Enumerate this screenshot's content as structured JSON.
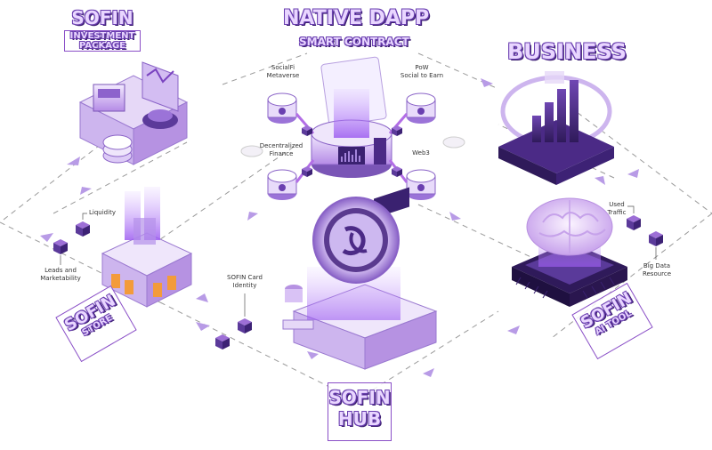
{
  "titles": {
    "native_dapp": "NATIVE DAPP",
    "smart_contract": "SMART CONTRACT",
    "business": "BUSINESS",
    "investment_brand": "SOFIN",
    "investment_line1": "INVESTMENT",
    "investment_line2": "PACKAGE",
    "store_brand": "SOFIN",
    "store_sub": "STORE",
    "hub_line1": "SOFIN",
    "hub_line2": "HUB",
    "aitool_brand": "SOFIN",
    "aitool_sub": "AI TOOL"
  },
  "labels": {
    "socialfi_1": "SocialFi",
    "socialfi_2": "Metaverse",
    "pow_1": "PoW",
    "pow_2": "Social to Earn",
    "defi_1": "Decentralized",
    "defi_2": "Finance",
    "web3": "Web3",
    "liquidity": "Liquidity",
    "leads_1": "Leads and",
    "leads_2": "Marketability",
    "card_1": "SOFIN Card",
    "card_2": "Identity",
    "traffic_1": "Used",
    "traffic_2": "Traffic",
    "bigdata_1": "Big Data",
    "bigdata_2": "Resource"
  },
  "colors": {
    "purple_dark": "#4b2a86",
    "purple_mid": "#8a4fc7",
    "purple_light": "#d9c2f5",
    "lavender": "#efe6fb",
    "orange": "#f39b3b"
  }
}
